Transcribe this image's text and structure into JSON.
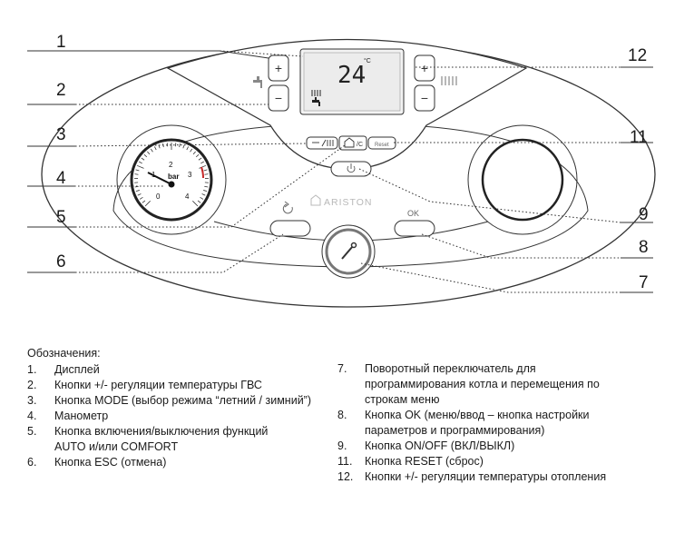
{
  "diagram": {
    "brand": "ARISTON",
    "display": {
      "temperature": "24",
      "unit": "°C"
    },
    "gauge": {
      "unit": "bar",
      "ticks": [
        "0",
        "1",
        "2",
        "3",
        "4"
      ]
    },
    "buttons": {
      "ok_label": "OK",
      "reset_label": "Reset"
    },
    "callouts": [
      "1",
      "2",
      "3",
      "4",
      "5",
      "6",
      "12",
      "11",
      "9",
      "8",
      "7"
    ]
  },
  "legend": {
    "title": "Обозначения:",
    "left_items": [
      {
        "num": "1.",
        "text": "Дисплей"
      },
      {
        "num": "2.",
        "text": "Кнопки +/- регуляции температуры ГВС"
      },
      {
        "num": "3.",
        "text": "Кнопка MODE (выбор режима “летний / зимний”)"
      },
      {
        "num": "4.",
        "text": "Манометр"
      },
      {
        "num": "5.",
        "text": "Кнопка включения/выключения функций AUTO и/или COMFORT"
      },
      {
        "num": "6.",
        "text": "Кнопка ESC (отмена)"
      }
    ],
    "right_items": [
      {
        "num": "7.",
        "text": "Поворотный переключатель для программирования котла и перемещения по строкам меню"
      },
      {
        "num": "8.",
        "text": "Кнопка OK (меню/ввод – кнопка настройки параметров и программирования)"
      },
      {
        "num": "9.",
        "text": "Кнопка ON/OFF (ВКЛ/ВЫКЛ)"
      },
      {
        "num": "11.",
        "text": "Кнопка RESET (сброс)"
      },
      {
        "num": "12.",
        "text": "Кнопки +/- регуляции температуры отопления"
      }
    ]
  }
}
